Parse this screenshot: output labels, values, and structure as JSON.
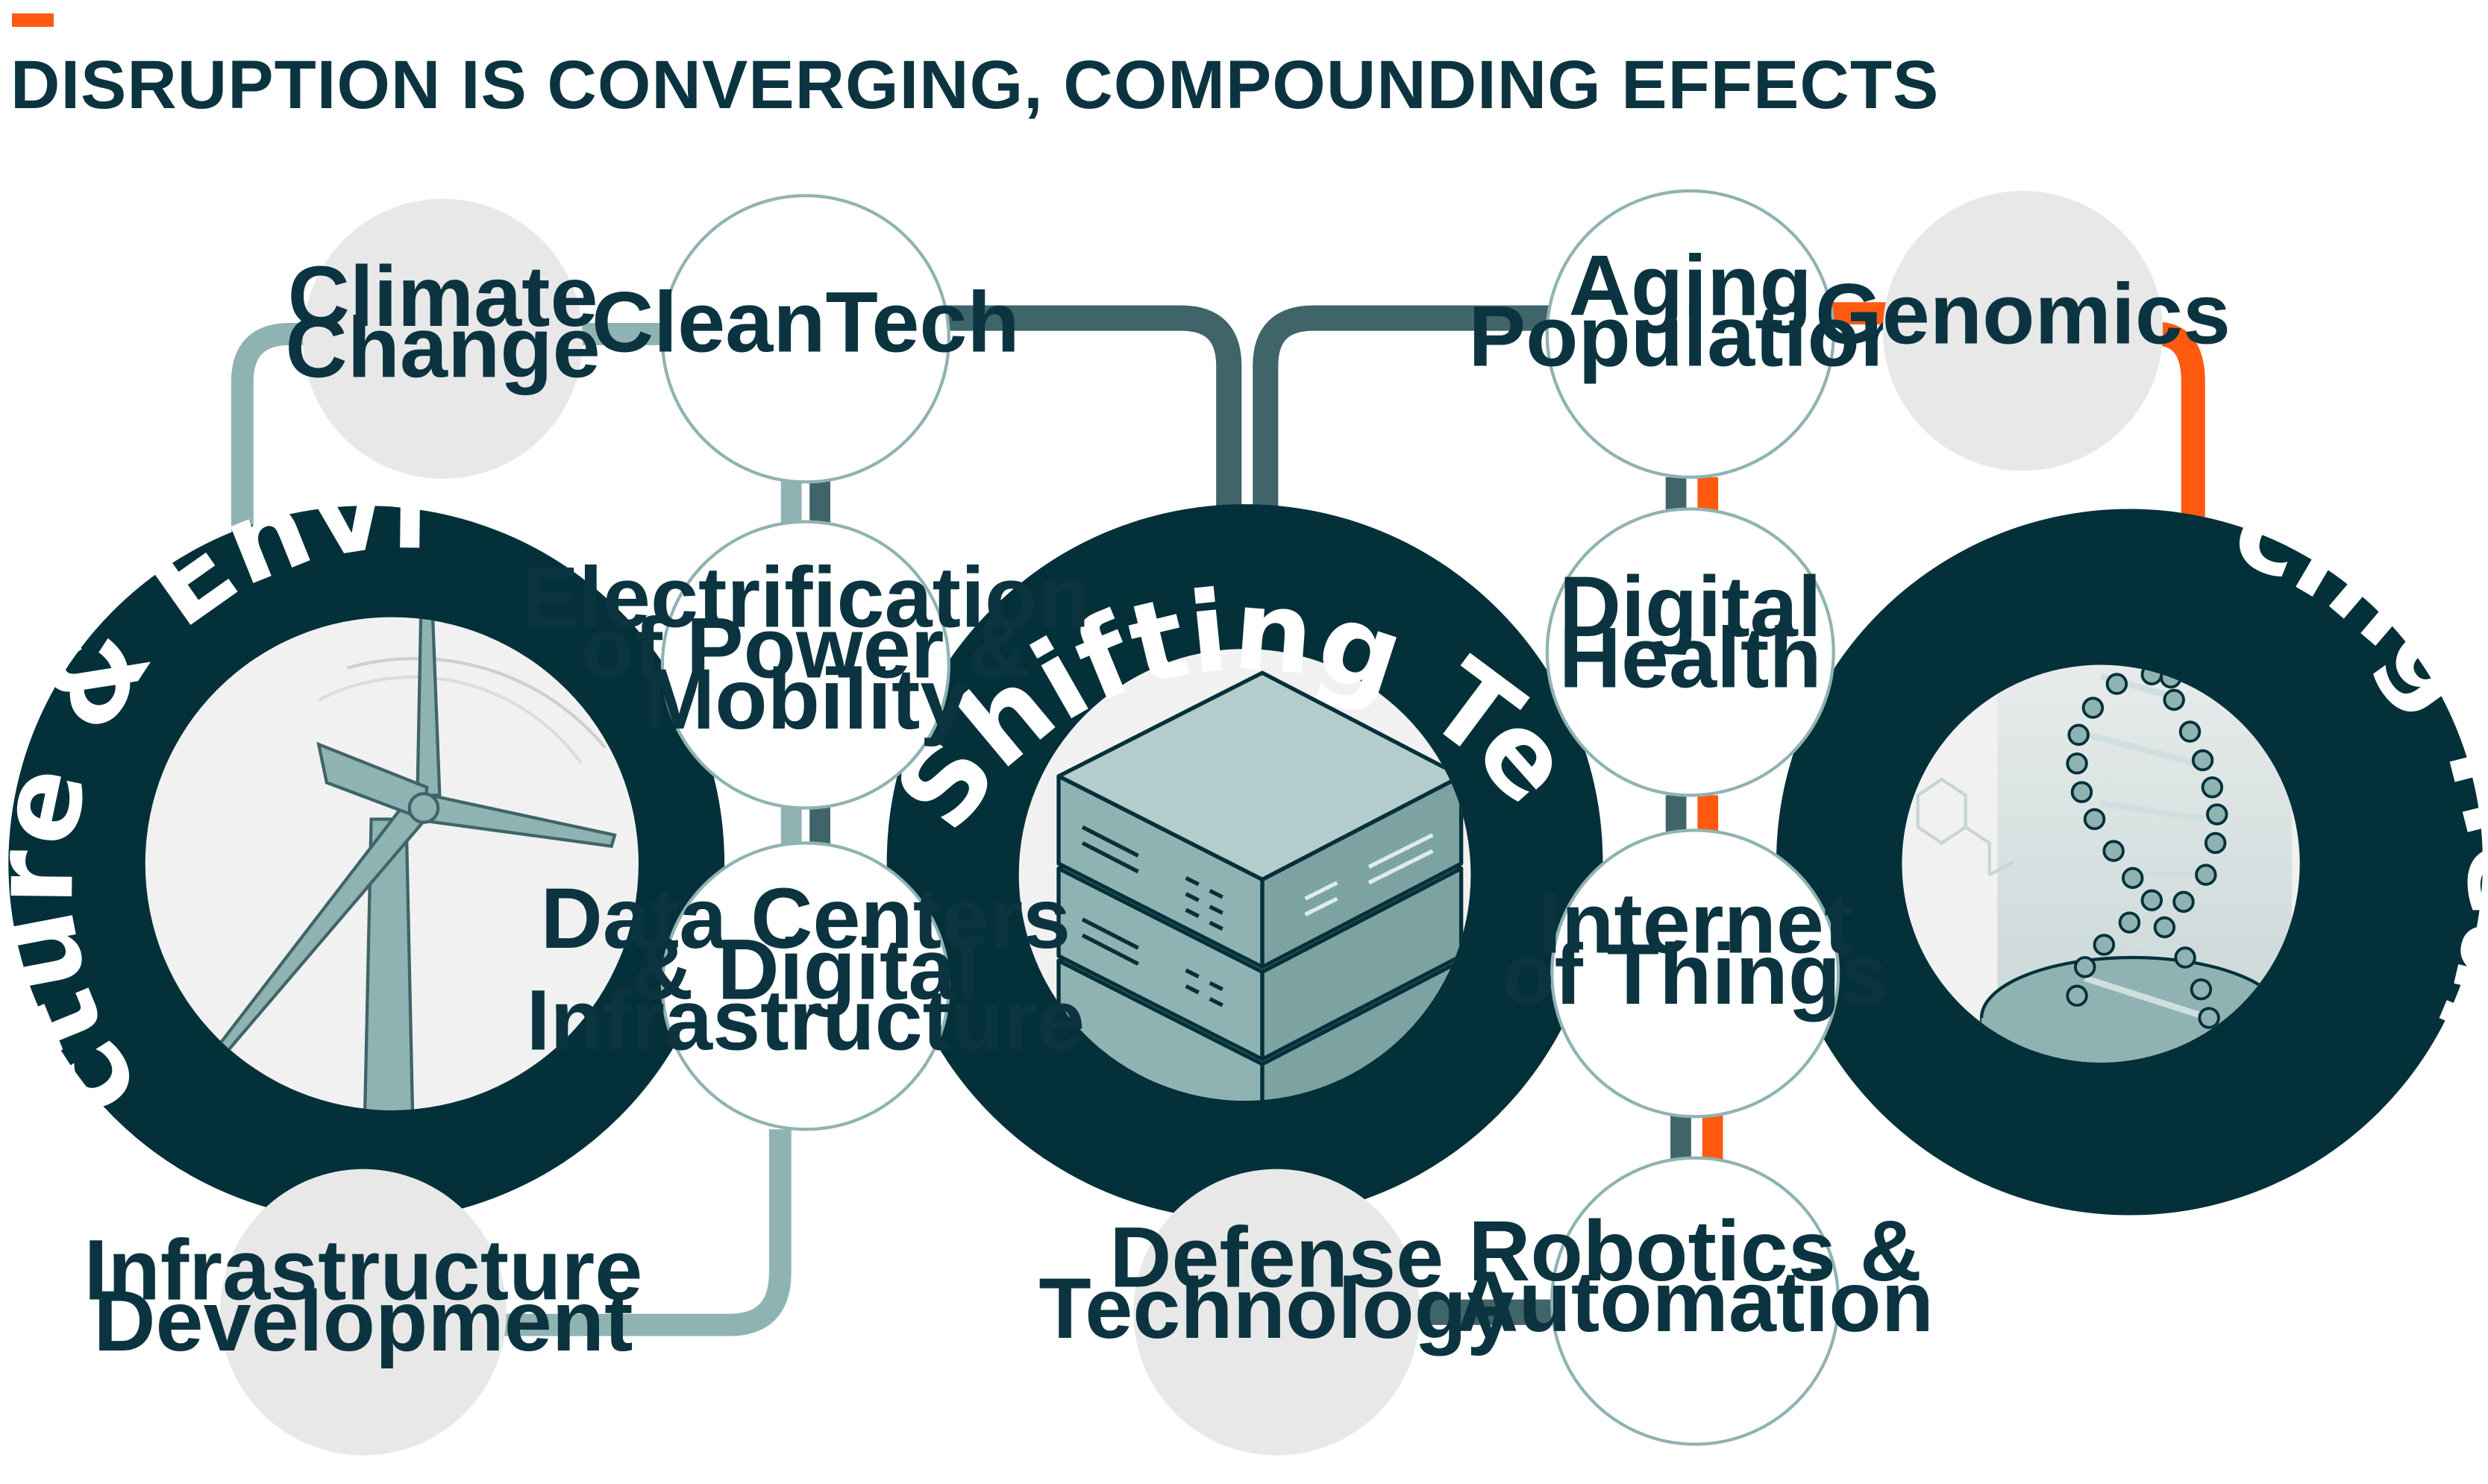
{
  "title": "DISRUPTION IS CONVERGING, COMPOUNDING EFFECTS",
  "colors": {
    "navy": "#04303a",
    "slate": "#3f6469",
    "sage": "#8fb3b2",
    "orange": "#ff5a10",
    "light_gray": "#e8e8e8",
    "white": "#ffffff",
    "title_text": "#0b3440"
  },
  "hubs": {
    "infrastructure": {
      "label": "Infrastructure & Environment",
      "icon": "wind-turbine-icon"
    },
    "technologies": {
      "label": "Paradigm-Shifting Technologies",
      "icon": "server-stack-icon"
    },
    "healthcare": {
      "label": "Advancing Healthcare",
      "icon": "dna-helix-icon"
    }
  },
  "nodes": {
    "climate_change": {
      "lines": [
        "Climate",
        "Change"
      ]
    },
    "cleantech": {
      "lines": [
        "CleanTech"
      ]
    },
    "electrification": {
      "lines": [
        "Electrification",
        "of Power &",
        "Mobility"
      ]
    },
    "data_centers": {
      "lines": [
        "Data Centers",
        "& Digital",
        "Infrastructure"
      ]
    },
    "infrastructure_development": {
      "lines": [
        "Infrastructure",
        "Development"
      ]
    },
    "aging_population": {
      "lines": [
        "Aging",
        "Population"
      ]
    },
    "genomics": {
      "lines": [
        "Genomics"
      ]
    },
    "digital_health": {
      "lines": [
        "Digital",
        "Health"
      ]
    },
    "internet_of_things": {
      "lines": [
        "Internet",
        "of Things"
      ]
    },
    "robotics": {
      "lines": [
        "Robotics &",
        "Automation"
      ]
    },
    "defense": {
      "lines": [
        "Defense",
        "Technology"
      ]
    }
  }
}
